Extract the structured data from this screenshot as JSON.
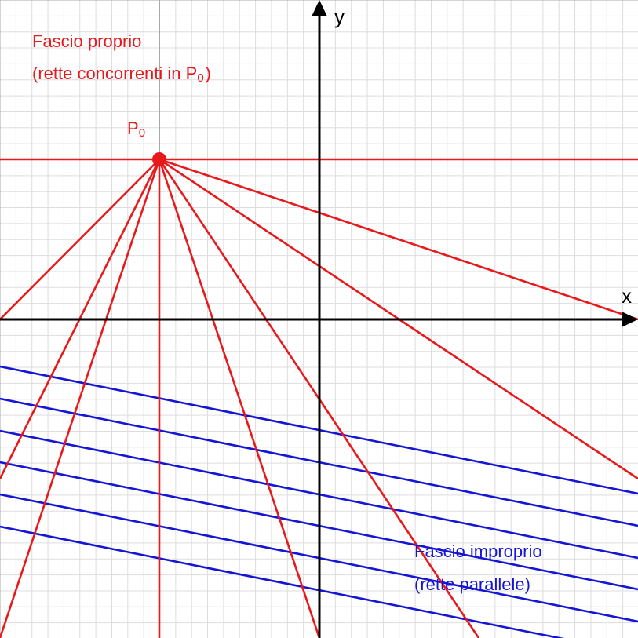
{
  "axes": {
    "x_label": "x",
    "y_label": "y"
  },
  "proper_pencil": {
    "title": "Fascio proprio",
    "subtitle": "(rette concorrenti in P",
    "subtitle_sub": "0",
    "subtitle_end": ")",
    "point_label": "P",
    "point_label_sub": "0",
    "color": "#e8191b"
  },
  "improper_pencil": {
    "title": "Fascio improprio",
    "subtitle": "(rette parallele)",
    "color": "#1515d6"
  },
  "colors": {
    "grid_minor": "#dddddd",
    "grid_major": "#a9a9a9",
    "axis": "#000000"
  }
}
